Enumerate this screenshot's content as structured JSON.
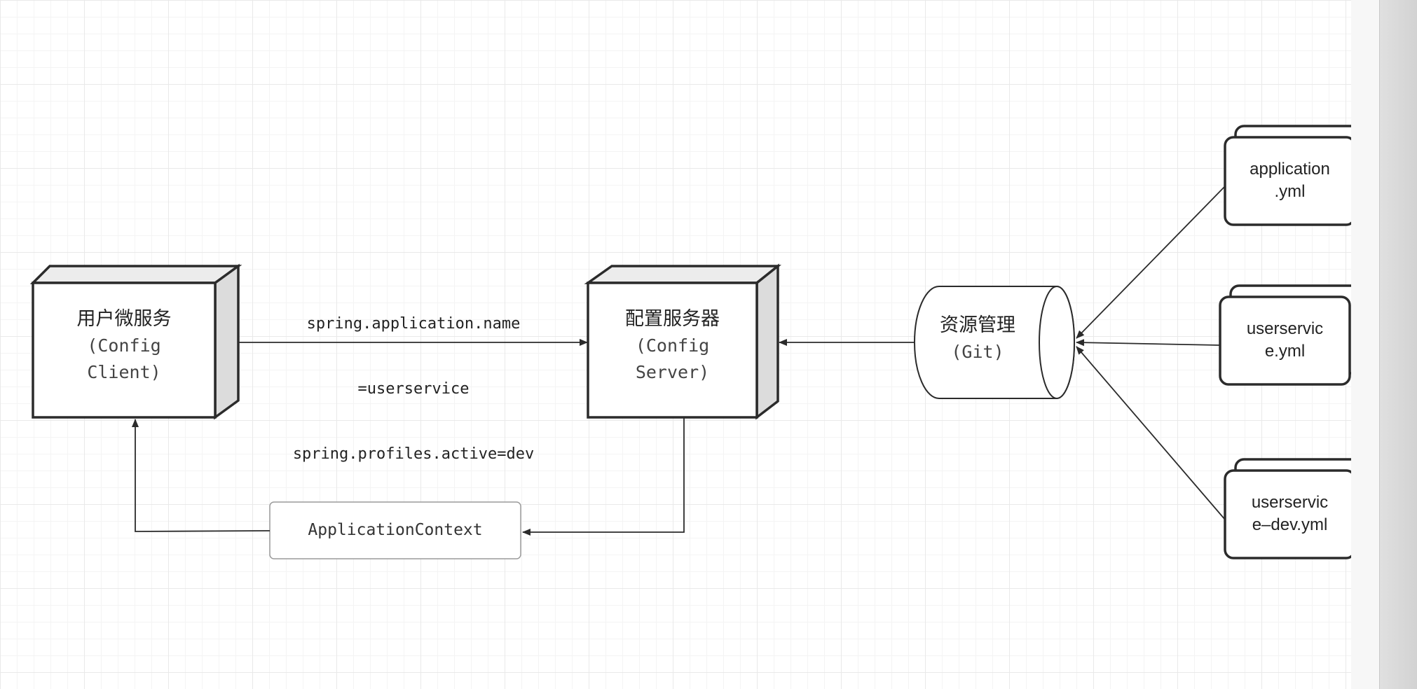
{
  "nodes": {
    "client": {
      "title": "用户微服务",
      "line2": "(Config",
      "line3": "Client)"
    },
    "server": {
      "title": "配置服务器",
      "line2": "(Config",
      "line3": "Server)"
    },
    "repo": {
      "title": "资源管理",
      "subtitle": "(Git)"
    },
    "context": {
      "label": "ApplicationContext"
    }
  },
  "files": [
    {
      "line1": "application",
      "line2": ".yml"
    },
    {
      "line1": "userservic",
      "line2": "e.yml"
    },
    {
      "line1": "userservic",
      "line2": "e–dev.yml"
    }
  ],
  "edges": {
    "client_to_server": {
      "line1": "spring.application.name",
      "line2": "=userservice",
      "line3": "spring.profiles.active=dev"
    }
  },
  "colors": {
    "stroke": "#2b2b2b",
    "cube_side": "#dcdcdc",
    "cube_top": "#ececec",
    "grid": "#e9e9e9"
  }
}
